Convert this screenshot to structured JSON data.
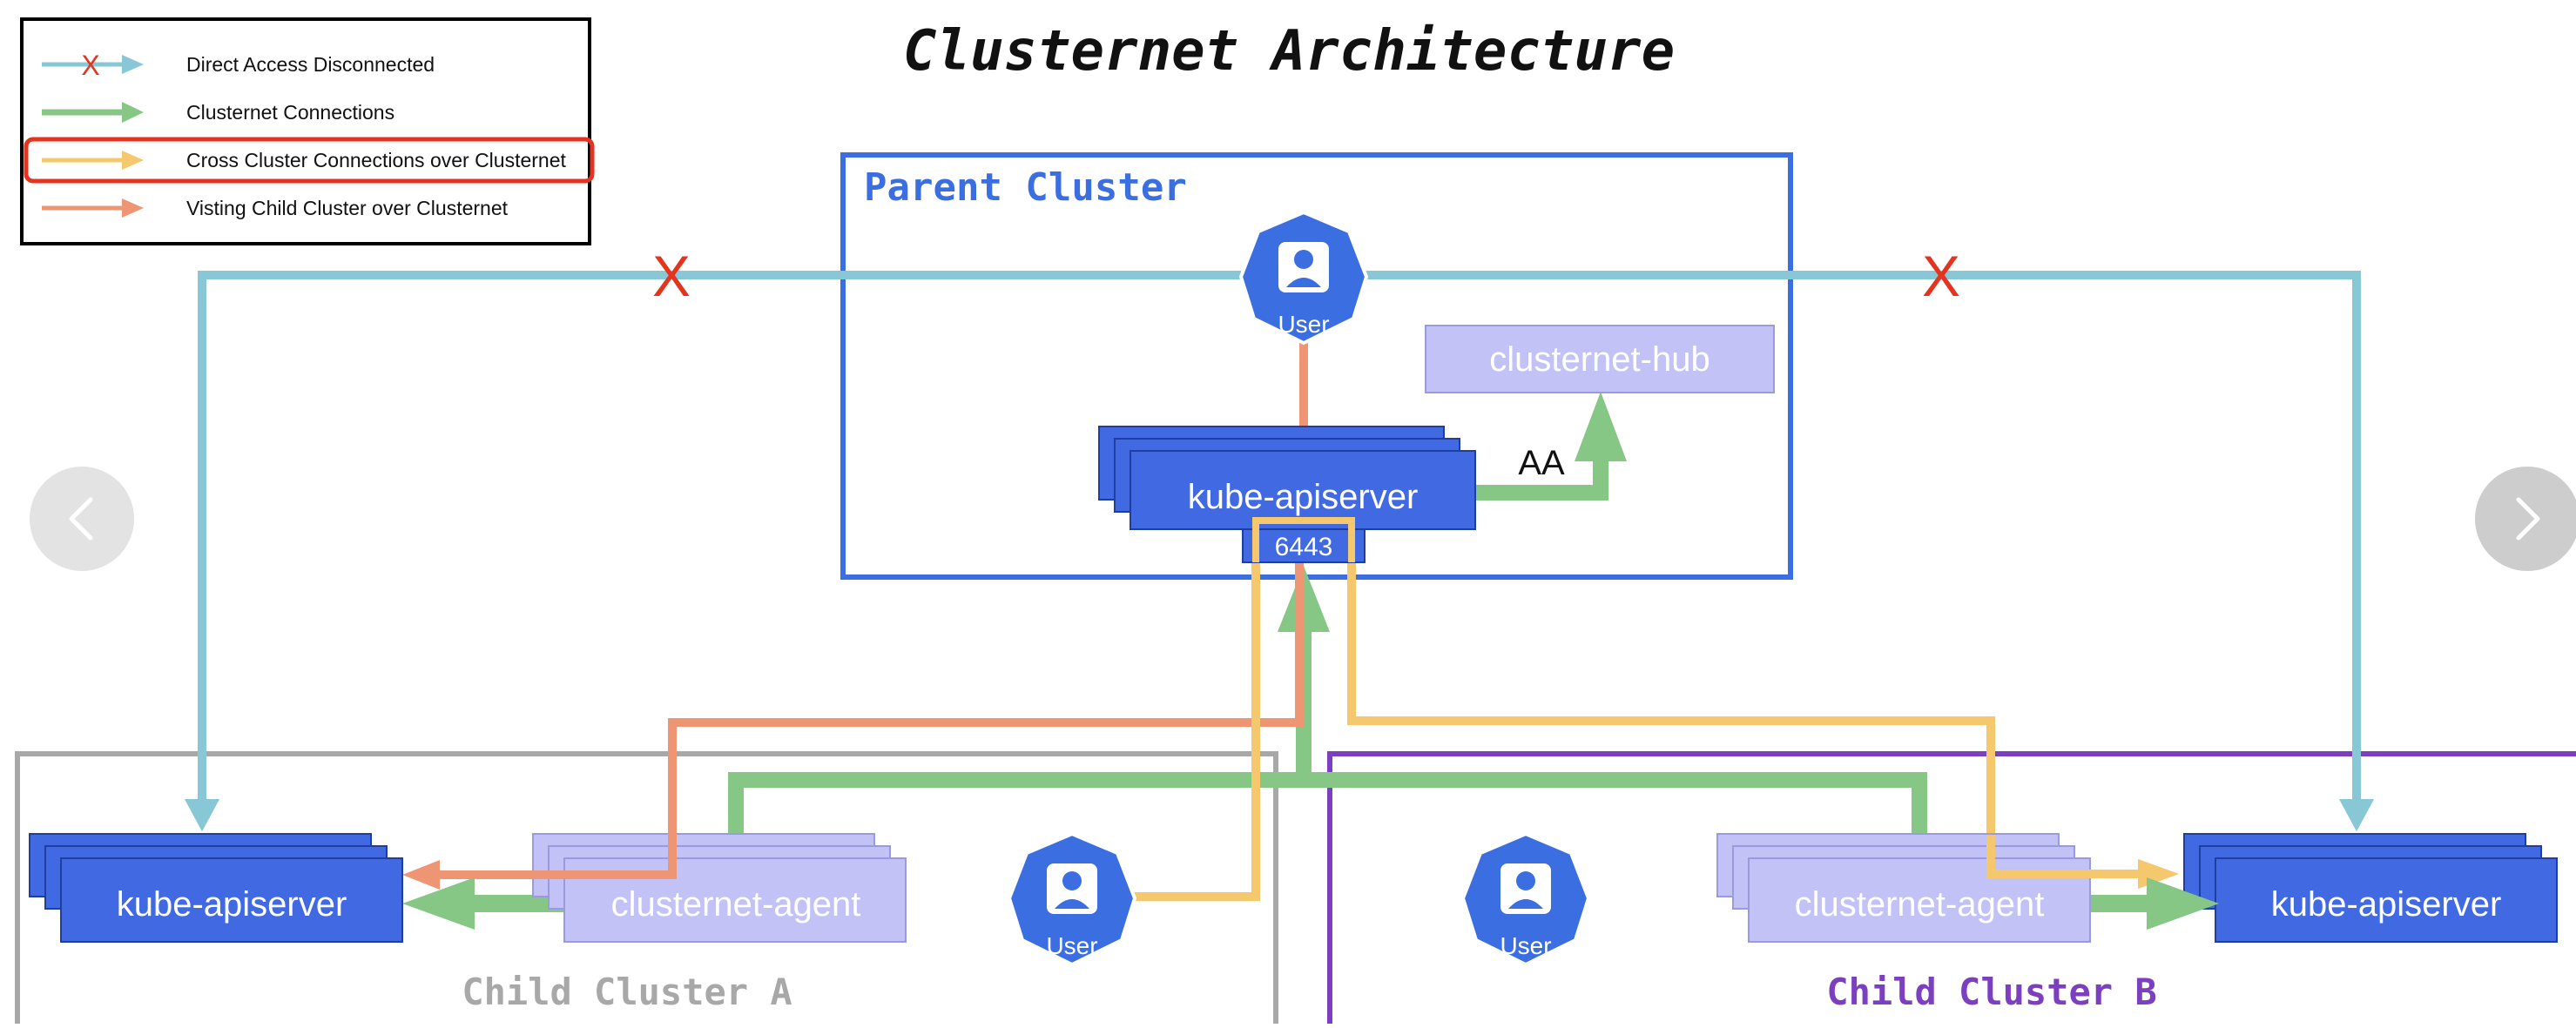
{
  "title": "Clusternet Architecture",
  "legend": {
    "items": [
      {
        "label": "Direct Access Disconnected",
        "color": "#88c7d6"
      },
      {
        "label": "Clusternet Connections",
        "color": "#86c786"
      },
      {
        "label": "Cross Cluster Connections over Clusternet",
        "color": "#f6c86e"
      },
      {
        "label": "Visting Child Cluster over Clusternet",
        "color": "#ee9573"
      }
    ],
    "highlight_color": "#e3341f"
  },
  "parent": {
    "label": "Parent Cluster",
    "hub": "clusternet-hub",
    "apiserver": "kube-apiserver",
    "port": "6443",
    "aa": "AA",
    "user": "User"
  },
  "child_a": {
    "label": "Child Cluster A",
    "apiserver": "kube-apiserver",
    "agent": "clusternet-agent",
    "user": "User"
  },
  "child_b": {
    "label": "Child Cluster B",
    "apiserver": "kube-apiserver",
    "agent": "clusternet-agent",
    "user": "User"
  },
  "disconnect_mark": "X",
  "colors": {
    "blue": "#3b6ee0",
    "box_fill": "#4169e1",
    "light_purple": "#c2c2f6",
    "gray": "#a8a8a8",
    "purple": "#7b3fc0",
    "cyan": "#88c7d6",
    "green": "#86c786",
    "yellow": "#f6c86e",
    "orange": "#ee9573",
    "red": "#e3341f"
  }
}
